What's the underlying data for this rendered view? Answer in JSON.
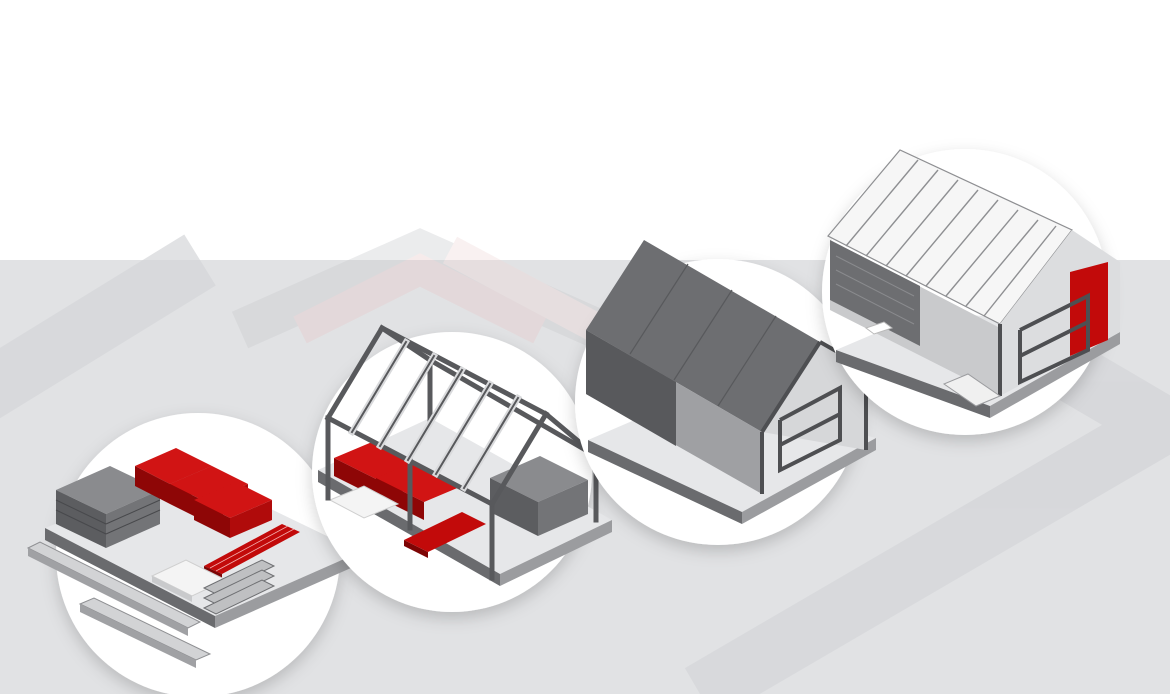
{
  "colors": {
    "background_top": "#ffffff",
    "background_band": "#e1e2e4",
    "accent_red": "#c20a0a",
    "accent_red_dark": "#8e0606",
    "steel_light": "#d6d7d9",
    "steel_mid": "#8e8f92",
    "steel_dark": "#4e4f52",
    "roof_dark": "#6d6e71",
    "circle_fill": "#ffffff"
  },
  "stages": [
    {
      "id": "materials",
      "description_icon": "stacked-materials-icon"
    },
    {
      "id": "frame",
      "description_icon": "steel-frame-icon"
    },
    {
      "id": "shell",
      "description_icon": "enclosed-shell-icon"
    },
    {
      "id": "finished",
      "description_icon": "finished-house-icon"
    }
  ],
  "watermark": {
    "icon": "house-logo-watermark-icon"
  }
}
